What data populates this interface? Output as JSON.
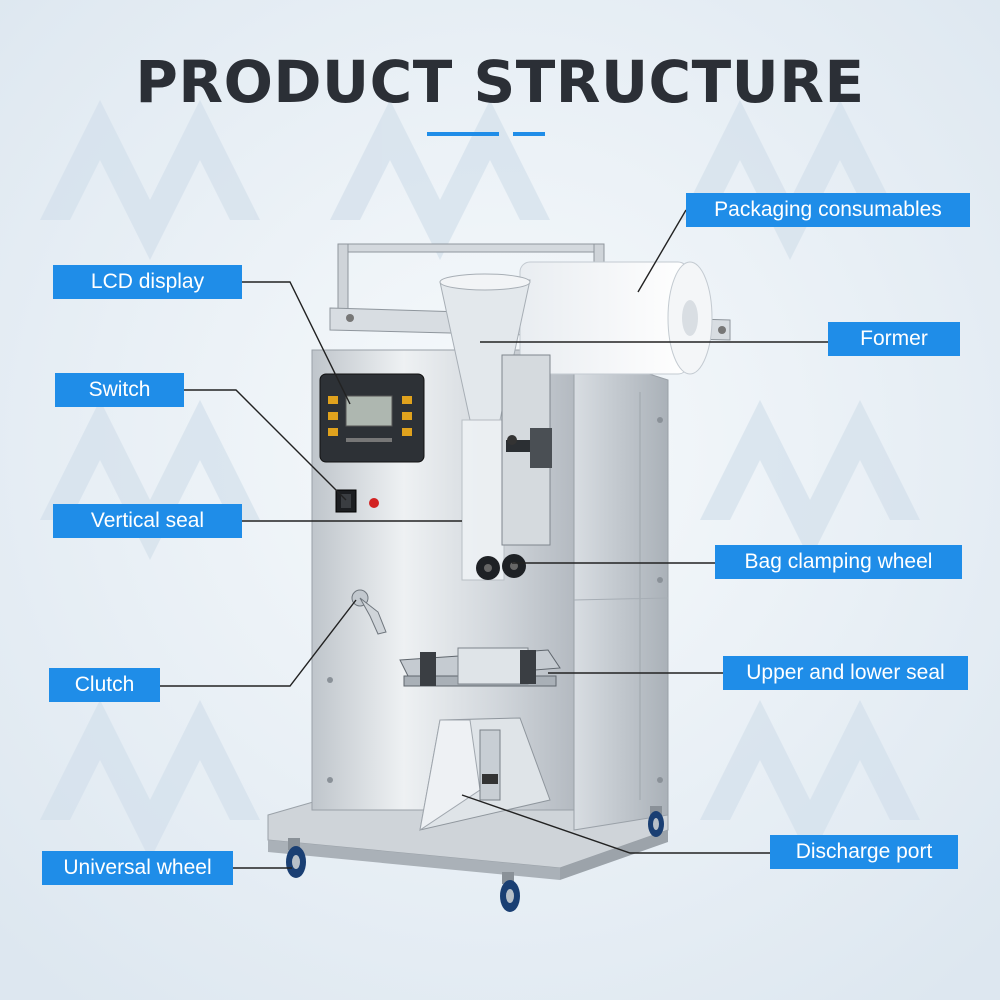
{
  "title": "PRODUCT STRUCTURE",
  "colors": {
    "accent": "#1f8de8",
    "title": "#2b2f36",
    "background": "#e7eef5",
    "leader_line": "#222222",
    "steel": "#c9ced3"
  },
  "labels": {
    "packaging_consumables": "Packaging consumables",
    "lcd_display": "LCD display",
    "former": "Former",
    "switch": "Switch",
    "vertical_seal": "Vertical seal",
    "bag_clamping_wheel": "Bag clamping wheel",
    "clutch": "Clutch",
    "upper_and_lower_seal": "Upper and lower seal",
    "discharge_port": "Discharge port",
    "universal_wheel": "Universal wheel"
  }
}
